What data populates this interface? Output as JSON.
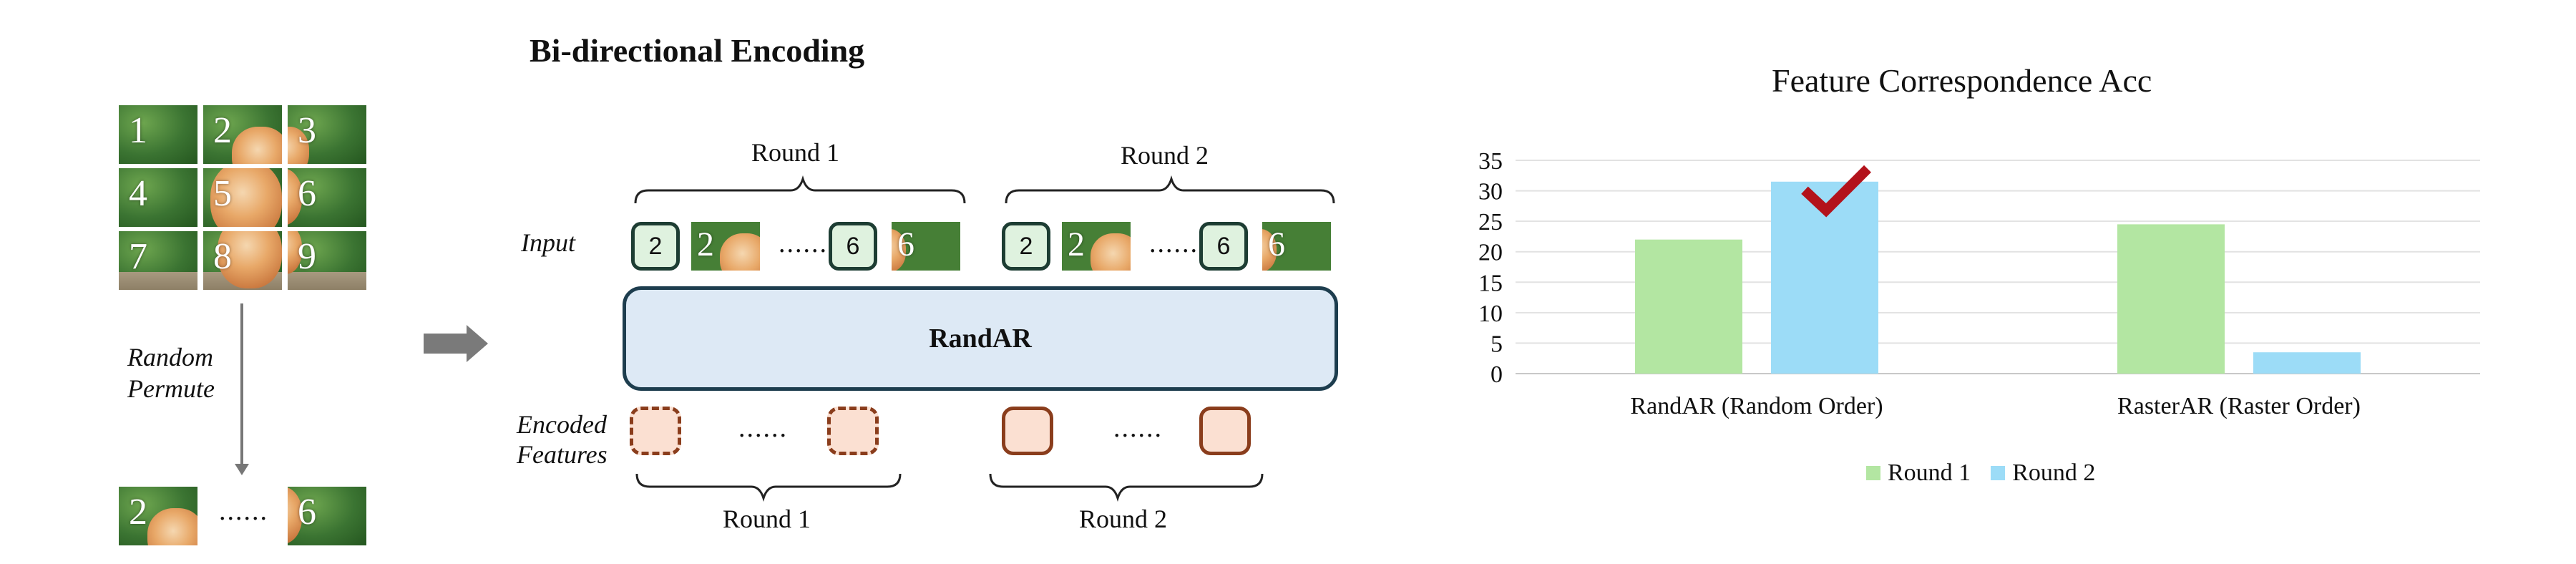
{
  "grid_tiles": [
    "1",
    "2",
    "3",
    "4",
    "5",
    "6",
    "7",
    "8",
    "9"
  ],
  "left": {
    "permute_line1": "Random",
    "permute_line2": "Permute",
    "bottom_first": "2",
    "bottom_dots": "......",
    "bottom_last": "6"
  },
  "diagram": {
    "title": "Bi-directional Encoding",
    "round1_top": "Round 1",
    "round2_top": "Round 2",
    "input_label": "Input",
    "encoded_line1": "Encoded",
    "encoded_line2": "Features",
    "model_label": "RandAR",
    "round1_bottom": "Round 1",
    "round2_bottom": "Round 2",
    "dots": "......",
    "tokens": [
      "2",
      "2",
      "6",
      "6",
      "2",
      "2",
      "6",
      "6"
    ]
  },
  "chart_data": {
    "type": "bar",
    "title": "Feature Correspondence Acc",
    "categories": [
      "RandAR (Random Order)",
      "RasterAR (Raster Order)"
    ],
    "series": [
      {
        "name": "Round 1",
        "values": [
          22,
          24.5
        ],
        "color": "#b3e6a2"
      },
      {
        "name": "Round 2",
        "values": [
          31.5,
          3.5
        ],
        "color": "#9cdcf7"
      }
    ],
    "ylim": [
      0,
      35
    ],
    "yticks": [
      "0",
      "5",
      "10",
      "15",
      "20",
      "25",
      "30",
      "35"
    ],
    "grid": true,
    "legend": "bottom",
    "annotation": "checkmark-icon",
    "check_color": "#b3121b"
  }
}
